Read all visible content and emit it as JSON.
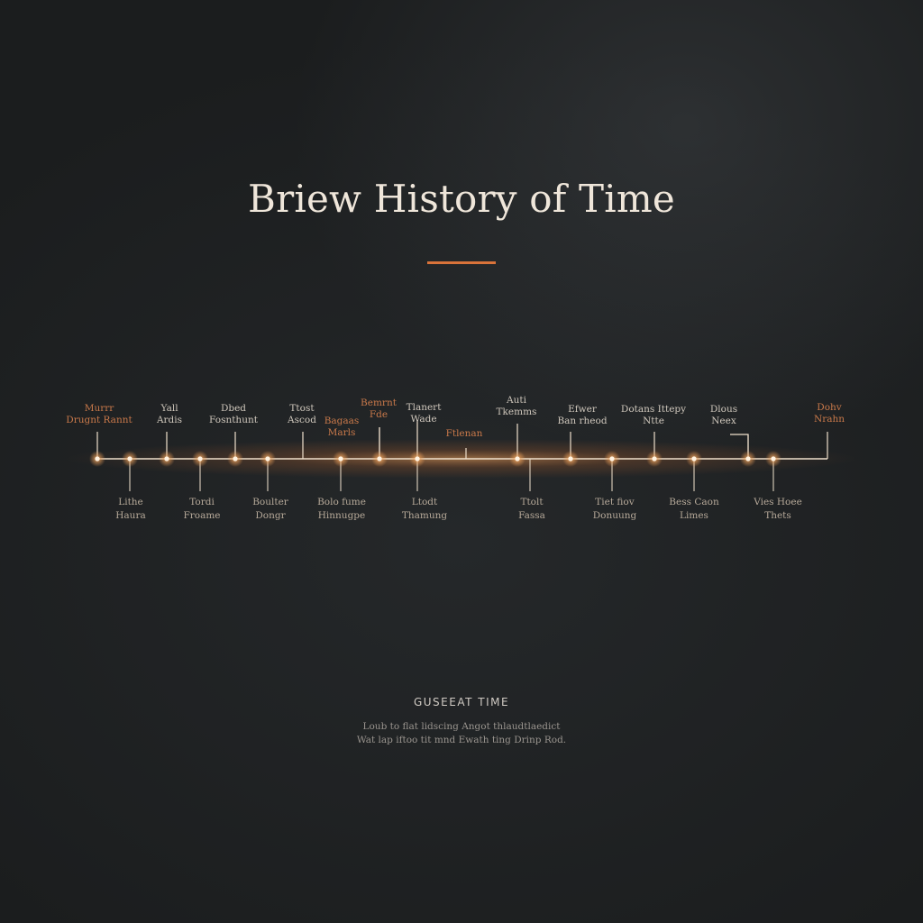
{
  "title": "Briew History of Time",
  "colors": {
    "accent": "#d9733a",
    "glow": "#f2a45c",
    "line": "#efe0cc",
    "label_upper_orange": "#c9794a",
    "label_upper_light": "#cfc7bc",
    "label_lower": "#b6a999"
  },
  "timeline": {
    "upper_events": [
      {
        "lines": [
          "Murrr",
          "Drugnt Rannt"
        ],
        "tone": "orange"
      },
      {
        "lines": [
          "Yall",
          "Ardis"
        ],
        "tone": "light"
      },
      {
        "lines": [
          "Dbed",
          "Fosnthunt"
        ],
        "tone": "light"
      },
      {
        "lines": [
          "Ttost",
          "Ascod"
        ],
        "tone": "light"
      },
      {
        "lines": [
          "Bagaas",
          "Marls"
        ],
        "tone": "orange"
      },
      {
        "lines": [
          "Bemrnt",
          "Fde"
        ],
        "tone": "orange"
      },
      {
        "lines": [
          "Tlanert",
          "Wade"
        ],
        "tone": "light"
      },
      {
        "lines": [
          "Ftlenan"
        ],
        "tone": "orange"
      },
      {
        "lines": [
          "Auti",
          "Tkemms"
        ],
        "tone": "light"
      },
      {
        "lines": [
          "Efwer",
          "Ban rheod"
        ],
        "tone": "light"
      },
      {
        "lines": [
          "Dotans Ittepy",
          "Ntte"
        ],
        "tone": "light"
      },
      {
        "lines": [
          "Dlous",
          "Neex"
        ],
        "tone": "light"
      },
      {
        "lines": [
          "Dohv",
          "Nrahn"
        ],
        "tone": "orange"
      }
    ],
    "lower_events": [
      {
        "lines": [
          "Lithe",
          "Haura"
        ]
      },
      {
        "lines": [
          "Tordi",
          "Froame"
        ]
      },
      {
        "lines": [
          "Boulter",
          "Dongr"
        ]
      },
      {
        "lines": [
          "Bolo fume",
          "Hinnugpe"
        ]
      },
      {
        "lines": [
          "Ltodt",
          "Thamung"
        ]
      },
      {
        "lines": [
          "Ttolt",
          "Fassa"
        ]
      },
      {
        "lines": [
          "Tiet fiov",
          "Donuung"
        ]
      },
      {
        "lines": [
          "Bess Caon",
          "Limes"
        ]
      },
      {
        "lines": [
          "Vies Hoee",
          "Thets"
        ]
      }
    ]
  },
  "footer": {
    "heading": "GUSEEAT TIME",
    "line1": "Loub to flat lidscing Angot thlaudtlaedict",
    "line2": "Wat lap iftoo tit mnd Ewath ting Drinp Rod."
  }
}
